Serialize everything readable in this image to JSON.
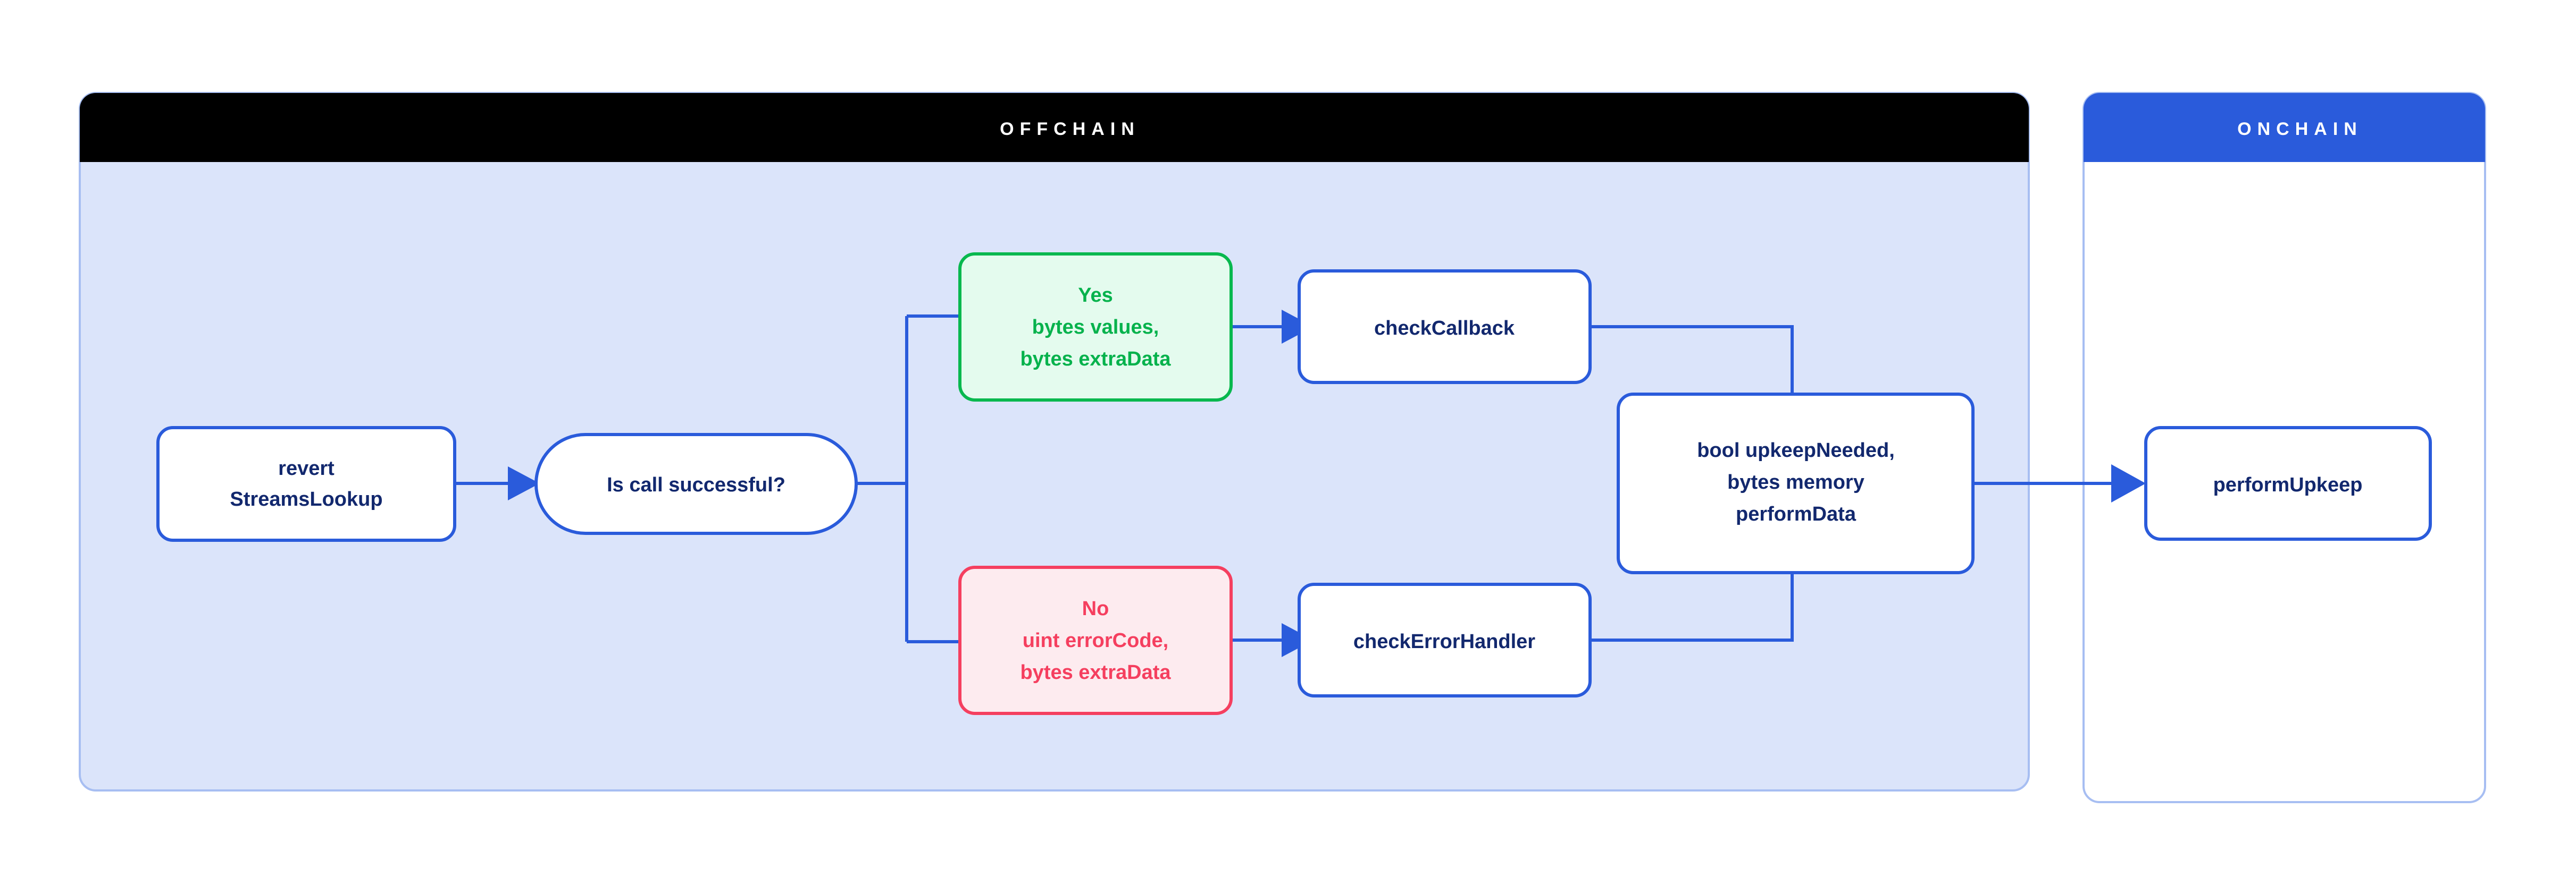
{
  "diagram": {
    "title": "Chainlink Automation StreamsLookup offchain/onchain flow",
    "colors": {
      "panel_offchain_header_bg": "#000000",
      "panel_offchain_body_bg": "#DBE4FA",
      "panel_onchain_header_bg": "#2A5BDB",
      "panel_onchain_body_bg": "#FFFFFF",
      "panel_border": "#A7BEF2",
      "node_border_blue": "#2A5BDB",
      "node_text_navy": "#12286E",
      "success_green": "#06B24C",
      "success_green_fill": "#E4FBEE",
      "error_red": "#F53F5F",
      "error_red_fill": "#FDEBEF",
      "connector_blue": "#2A5BDB"
    },
    "panels": [
      {
        "id": "offchain",
        "header": "OFFCHAIN"
      },
      {
        "id": "onchain",
        "header": "ONCHAIN"
      }
    ],
    "nodes": [
      {
        "id": "revert-streamslookup",
        "panel": "offchain",
        "shape": "rounded-rect",
        "lines": [
          "revert",
          "StreamsLookup"
        ],
        "style": "blue"
      },
      {
        "id": "is-call-successful",
        "panel": "offchain",
        "shape": "pill",
        "lines": [
          "Is call successful?"
        ],
        "style": "blue"
      },
      {
        "id": "yes-branch",
        "panel": "offchain",
        "shape": "rounded-rect",
        "lines": [
          "Yes",
          "bytes values,",
          "bytes extraData"
        ],
        "style": "green"
      },
      {
        "id": "no-branch",
        "panel": "offchain",
        "shape": "rounded-rect",
        "lines": [
          "No",
          "uint errorCode,",
          "bytes extraData"
        ],
        "style": "red"
      },
      {
        "id": "check-callback",
        "panel": "offchain",
        "shape": "rounded-rect",
        "lines": [
          "checkCallback"
        ],
        "style": "blue"
      },
      {
        "id": "check-error-handler",
        "panel": "offchain",
        "shape": "rounded-rect",
        "lines": [
          "checkErrorHandler"
        ],
        "style": "blue"
      },
      {
        "id": "upkeep-needed",
        "panel": "offchain",
        "shape": "rounded-rect",
        "lines": [
          "bool upkeepNeeded,",
          "bytes memory",
          "performData"
        ],
        "style": "blue"
      },
      {
        "id": "perform-upkeep",
        "panel": "onchain",
        "shape": "rounded-rect",
        "lines": [
          "performUpkeep"
        ],
        "style": "blue"
      }
    ],
    "edges": [
      {
        "from": "revert-streamslookup",
        "to": "is-call-successful",
        "arrow": true
      },
      {
        "from": "is-call-successful",
        "to": "yes-branch",
        "arrow": false
      },
      {
        "from": "is-call-successful",
        "to": "no-branch",
        "arrow": false
      },
      {
        "from": "yes-branch",
        "to": "check-callback",
        "arrow": true
      },
      {
        "from": "no-branch",
        "to": "check-error-handler",
        "arrow": true
      },
      {
        "from": "check-callback",
        "to": "upkeep-needed",
        "arrow": false
      },
      {
        "from": "check-error-handler",
        "to": "upkeep-needed",
        "arrow": false
      },
      {
        "from": "upkeep-needed",
        "to": "perform-upkeep",
        "arrow": true
      }
    ]
  },
  "labels": {
    "offchain_header": "OFFCHAIN",
    "onchain_header": "ONCHAIN",
    "revert_line1": "revert",
    "revert_line2": "StreamsLookup",
    "decision": "Is call successful?",
    "yes_line1": "Yes",
    "yes_line2": "bytes values,",
    "yes_line3": "bytes extraData",
    "no_line1": "No",
    "no_line2": "uint errorCode,",
    "no_line3": "bytes extraData",
    "check_callback": "checkCallback",
    "check_error_handler": "checkErrorHandler",
    "upkeep_line1": "bool upkeepNeeded,",
    "upkeep_line2": "bytes memory",
    "upkeep_line3": "performData",
    "perform_upkeep": "performUpkeep"
  }
}
